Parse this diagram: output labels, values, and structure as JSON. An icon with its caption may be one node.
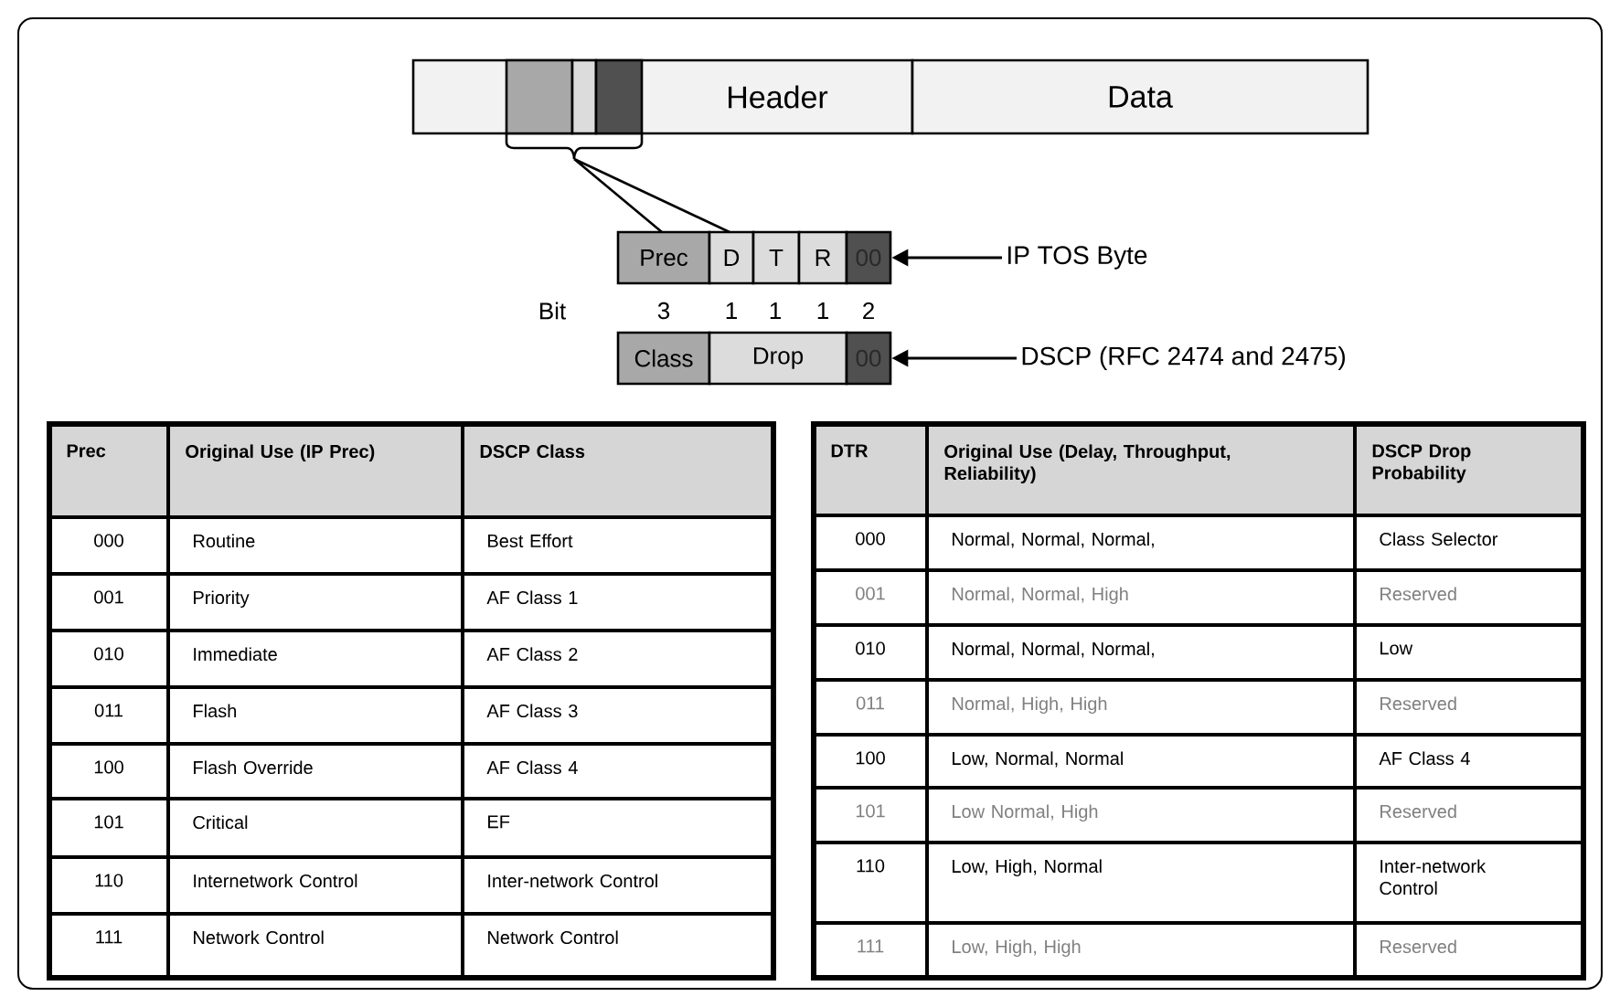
{
  "diagram": {
    "nodes": [
      {
        "text": [
          "Header"
        ]
      },
      {
        "text": [
          "Data"
        ]
      },
      {
        "text": [],
        "shape": "box",
        "in": 0
      },
      {
        "text": [],
        "shape": "box",
        "in": 0
      },
      {
        "text": [],
        "shape": "box",
        "in": 0
      },
      {
        "text": [
          "Prec"
        ]
      },
      {
        "text": [
          "D"
        ]
      },
      {
        "text": [
          "T"
        ]
      },
      {
        "text": [
          "R"
        ]
      },
      {
        "text": [
          "00"
        ]
      },
      {
        "text": [
          "IP TOS Byte"
        ]
      },
      {
        "text": [
          "Class"
        ]
      },
      {
        "text": [
          "Drop"
        ]
      },
      {
        "text": [
          "00"
        ]
      },
      {
        "text": [
          "DSCP (RFC 2474 and 2475)"
        ]
      }
    ],
    "edges": [
      {
        "from": 10,
        "to": 9,
        "arrow": "to"
      },
      {
        "from": 14,
        "to": 13,
        "arrow": "to"
      }
    ],
    "labels": [
      "Bit",
      "3",
      "1",
      "1",
      "1",
      "2",
      "Prec",
      "Original Use (IP Prec)",
      "DSCP Class",
      "000",
      "Routine",
      "Best Effort",
      "001",
      "Priority",
      "AF Class 1",
      "010",
      "Immediate",
      "AF Class 2",
      "011",
      "Flash",
      "AF Class 3",
      "100",
      "Flash Override",
      "AF Class 4",
      "101",
      "Critical",
      "EF",
      "110",
      "Internetwork Control",
      "Inter-network Control",
      "111",
      "Network Control",
      "Network Control",
      "DTR",
      "Original Use (Delay, Throughput, Reliability)",
      "DSCP Drop Probability",
      "000",
      "Normal, Normal, Normal,",
      "Class Selector",
      "001",
      "Normal, Normal, High",
      "Reserved",
      "010",
      "Normal, Normal, Normal,",
      "Low",
      "011",
      "Normal, High, High",
      "Reserved",
      "100",
      "Low, Normal, Normal",
      "AF Class 4",
      "101",
      "Low Normal, High",
      "Reserved",
      "110",
      "Low, High, Normal",
      "Inter-network Control",
      "111",
      "Low, High, High",
      "Reserved"
    ]
  }
}
